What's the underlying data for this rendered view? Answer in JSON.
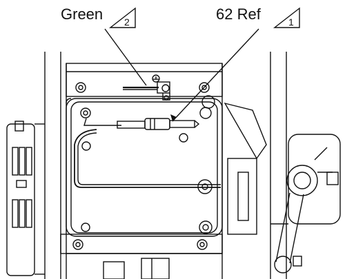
{
  "callouts": [
    {
      "text": "Green",
      "note_number": "2"
    },
    {
      "text": "62 Ref",
      "note_number": "1"
    }
  ],
  "icons": {
    "ground-symbol": "ground-icon"
  }
}
